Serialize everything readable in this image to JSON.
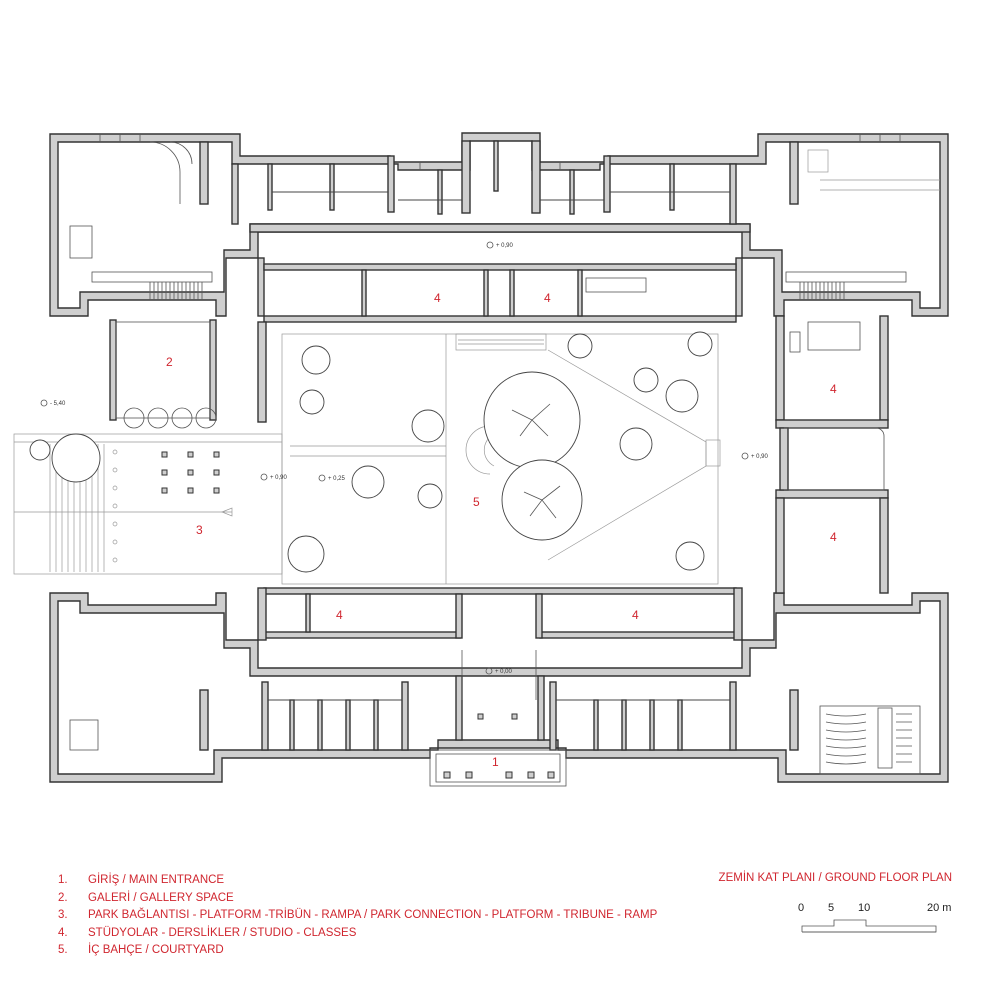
{
  "drawing_title": "ZEMİN KAT PLANI / GROUND FLOOR PLAN",
  "legend": [
    {
      "num": "1.",
      "text": "GİRİŞ / MAIN ENTRANCE"
    },
    {
      "num": "2.",
      "text": "GALERİ / GALLERY SPACE"
    },
    {
      "num": "3.",
      "text": "PARK BAĞLANTISI - PLATFORM -TRİBÜN - RAMPA / PARK CONNECTION - PLATFORM - TRIBUNE - RAMP"
    },
    {
      "num": "4.",
      "text": "STÜDYOLAR - DERSLİKLER / STUDIO - CLASSES"
    },
    {
      "num": "5.",
      "text": "İÇ BAHÇE / COURTYARD"
    }
  ],
  "plan_labels": {
    "entrance": "1",
    "gallery": "2",
    "park": "3",
    "studio_n1": "4",
    "studio_n2": "4",
    "studio_e1": "4",
    "studio_e2": "4",
    "studio_s1": "4",
    "studio_s2": "4",
    "courtyard": "5"
  },
  "levels": {
    "north_corridor": "+ 0,90",
    "west_outside": "- 5,40",
    "park_platform": "+ 0,90",
    "courtyard_west": "+ 0,25",
    "east_corridor": "+ 0,90",
    "entrance_hall": "+ 0,00"
  },
  "scale_bar": {
    "labels": [
      "0",
      "5",
      "10",
      "20 m"
    ]
  },
  "colors": {
    "accent": "#d0262f",
    "wall_fill": "#cfcfcf",
    "line": "#333333"
  }
}
